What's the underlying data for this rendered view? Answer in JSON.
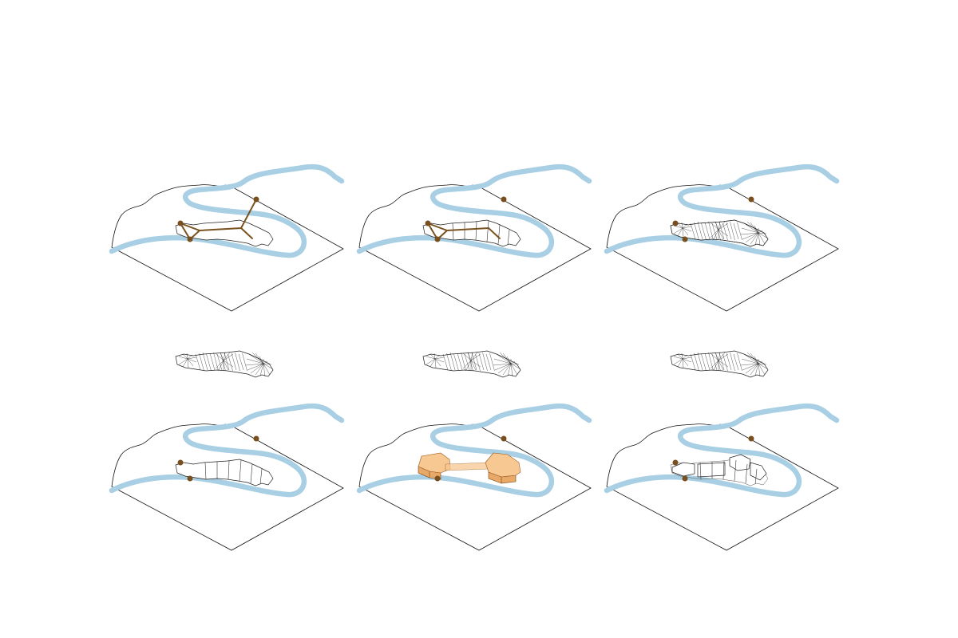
{
  "figure": {
    "colors": {
      "river": "#a8cfe4",
      "network": "#7a5220",
      "node": "#7a4f1e",
      "outline": "#111111",
      "mass_fill": "#f7c892",
      "mass_side": "#e8a868"
    },
    "panels": [
      {
        "id": 1,
        "stage": "path-network",
        "network": "full",
        "nodes": 3,
        "top_diagram": false,
        "island": "plain"
      },
      {
        "id": 2,
        "stage": "subdivided-cells",
        "network": "partial",
        "nodes": 3,
        "top_diagram": false,
        "island": "cells"
      },
      {
        "id": 3,
        "stage": "triangulated-fans",
        "network": "none",
        "nodes": 3,
        "top_diagram": false,
        "island": "fans"
      },
      {
        "id": 4,
        "stage": "cells-with-floating-fans",
        "network": "none",
        "nodes": 3,
        "top_diagram": true,
        "island": "cells"
      },
      {
        "id": 5,
        "stage": "extruded-volumes",
        "network": "none",
        "nodes": 2,
        "top_diagram": true,
        "island": "mass"
      },
      {
        "id": 6,
        "stage": "exploded-blocks",
        "network": "none",
        "nodes": 3,
        "top_diagram": true,
        "island": "blocks"
      }
    ]
  }
}
